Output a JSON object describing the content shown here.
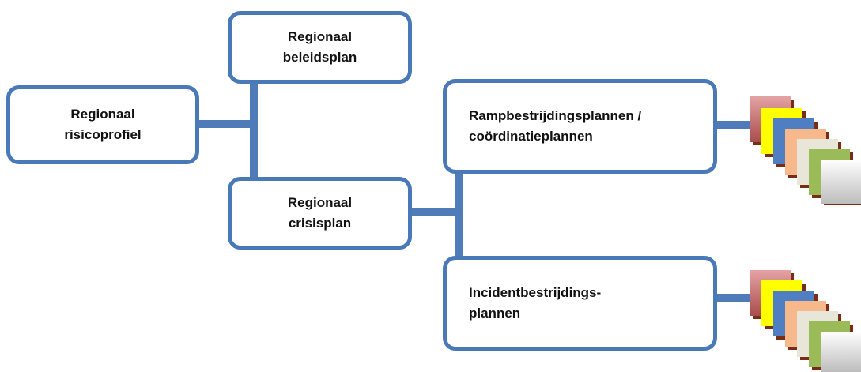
{
  "nodes": {
    "risicoprofiel": [
      "Regionaal",
      "risicoprofiel"
    ],
    "beleidsplan": [
      "Regionaal",
      "beleidsplan"
    ],
    "crisisplan": [
      "Regionaal",
      "crisisplan"
    ],
    "rampbestrijding": [
      "Rampbestrijdingsplannen /",
      "coördinatieplannen"
    ],
    "incidentbestrijding": [
      "Incidentbestrijdings-",
      "plannen"
    ]
  },
  "colors": {
    "border": "#4a79b8",
    "connector": "#4f7bb9",
    "stack_cards": [
      "#c87a7a",
      "#ffff00",
      "#4f7ec2",
      "#f7b98c",
      "#e8e6d8",
      "#9bbb59",
      "#e6e6e6"
    ]
  },
  "icons": {
    "document_stack": "stacked-documents-icon"
  }
}
